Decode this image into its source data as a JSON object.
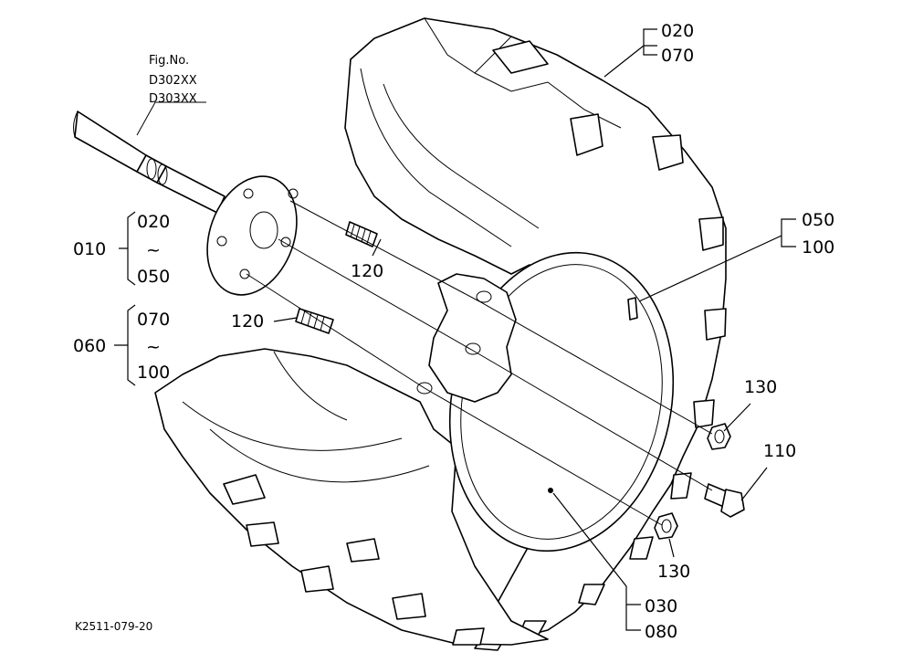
{
  "figure_ref": {
    "heading": "Fig.No.",
    "numbers": [
      "D302XX",
      "D303XX"
    ]
  },
  "labels": {
    "tire_group_top": [
      "020",
      "070"
    ],
    "valve_group": [
      "050",
      "100"
    ],
    "rim_group": [
      "030",
      "080"
    ],
    "left_group_a": {
      "main": "010",
      "from": "020",
      "tilde": "~",
      "to": "050"
    },
    "left_group_b": {
      "main": "060",
      "from": "070",
      "tilde": "~",
      "to": "100"
    },
    "stud_upper": "120",
    "stud_lower": "120",
    "nut_upper": "130",
    "nut_lower": "130",
    "bolt": "110"
  },
  "drawing_code": "K2511-079-20"
}
